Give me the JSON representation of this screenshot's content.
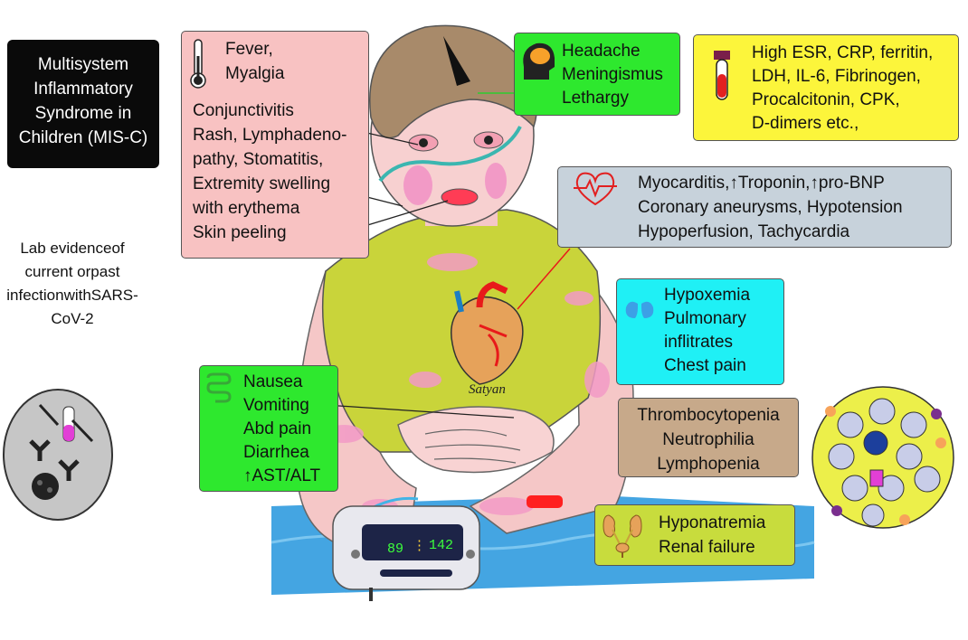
{
  "title_box": {
    "lines": [
      "Multisystem",
      "Inflammatory",
      "Syndrome in",
      "Children (MIS-C)"
    ]
  },
  "lab_evidence": {
    "lines": [
      "Lab evidence",
      "of current or",
      "past infection",
      "with",
      "SARS-CoV-2"
    ]
  },
  "fever_box": {
    "lines": [
      "Fever,",
      "Myalgia",
      "",
      "Conjunctivitis",
      "Rash, Lymphadeno-",
      "pathy, Stomatitis,",
      "Extremity swelling",
      "with erythema",
      "Skin peeling"
    ],
    "icon": "thermometer-icon"
  },
  "neuro_box": {
    "lines": [
      "Headache",
      "Meningismus",
      "Lethargy"
    ],
    "icon": "brain-head-icon"
  },
  "lab_box": {
    "lines": [
      "High ESR, CRP, ferritin,",
      "LDH, IL-6, Fibrinogen,",
      "Procalcitonin, CPK,",
      "D-dimers etc.,"
    ],
    "icon": "blood-tube-icon"
  },
  "cardiac_box": {
    "lines": [
      "Myocarditis,↑Troponin,↑pro-BNP",
      "Coronary aneurysms, Hypotension",
      "Hypoperfusion, Tachycardia"
    ],
    "icon": "heart-pulse-icon"
  },
  "pulmonary_box": {
    "lines": [
      "Hypoxemia",
      "Pulmonary",
      "inflitrates",
      "Chest pain"
    ],
    "icon": "lungs-icon"
  },
  "gi_box": {
    "lines": [
      "Nausea",
      "Vomiting",
      "Abd pain",
      "Diarrhea",
      "↑AST/ALT"
    ],
    "icon": "intestine-icon"
  },
  "heme_box": {
    "lines": [
      "Thrombocytopenia",
      "Neutrophilia",
      "Lymphopenia"
    ]
  },
  "renal_box": {
    "lines": [
      "Hyponatremia",
      "Renal failure"
    ],
    "icon": "kidneys-icon"
  },
  "monitor": {
    "value_left": "89",
    "value_right": "142"
  },
  "heart_label": "Satyan",
  "colors": {
    "title_bg": "#0a0a0a",
    "pink_box": "#f8c2c2",
    "green_box": "#2ee82e",
    "yellow_box": "#fcf53b",
    "grey_box": "#c7d2db",
    "cyan_box": "#1ff0f5",
    "tan_box": "#c7a98a",
    "olive_box": "#c8dc3d",
    "shirt": "#c9d43a",
    "water": "#3aa0e0"
  }
}
